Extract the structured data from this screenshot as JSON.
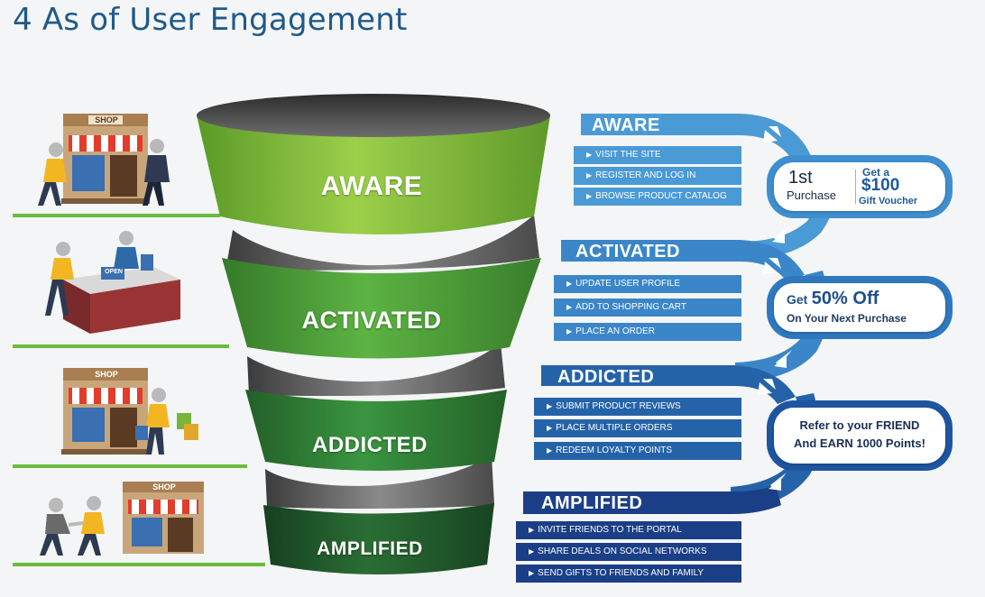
{
  "title": "4 As of User Engagement",
  "stages": [
    {
      "label": "AWARE",
      "band_title": "AWARE",
      "items": [
        "VISIT THE SITE",
        "REGISTER AND LOG IN",
        "BROWSE PRODUCT CATALOG"
      ],
      "illustration": "shop-front-two-people"
    },
    {
      "label": "ACTIVATED",
      "band_title": "ACTIVATED",
      "items": [
        "UPDATE USER PROFILE",
        "ADD TO SHOPPING CART",
        "PLACE AN ORDER"
      ],
      "illustration": "checkout-counter"
    },
    {
      "label": "ADDICTED",
      "band_title": "ADDICTED",
      "items": [
        "SUBMIT PRODUCT REVIEWS",
        "PLACE MULTIPLE ORDERS",
        "REDEEM LOYALTY POINTS"
      ],
      "illustration": "shop-front-shopper-bags"
    },
    {
      "label": "AMPLIFIED",
      "band_title": "AMPLIFIED",
      "items": [
        "INVITE FRIENDS TO THE PORTAL",
        "SHARE DEALS ON SOCIAL NETWORKS",
        "SEND GIFTS TO FRIENDS AND FAMILY"
      ],
      "illustration": "shop-front-handshake"
    }
  ],
  "rewards": {
    "r1": {
      "ordinal": "1st",
      "word": "Purchase",
      "get": "Get a",
      "amount": "$100",
      "prize": "Gift Voucher"
    },
    "r2": {
      "line1_prefix": "Get",
      "line1_big": "50% Off",
      "line2": "On Your Next Purchase"
    },
    "r3": {
      "line1": "Refer to your FRIEND",
      "line2": "And EARN 1000 Points!"
    }
  },
  "shop_sign": "SHOP",
  "counter_sign": "OPEN",
  "colors": {
    "title": "#1f5a8a",
    "funnel_1": "#8cc63f",
    "funnel_2": "#4fa83a",
    "funnel_3": "#2f8a35",
    "funnel_4": "#1d5e2c",
    "band_1": "#4a9ad6",
    "band_2": "#3a86c8",
    "band_3": "#2563a8",
    "band_4": "#1b3f86",
    "ground_line": "#6dbb3e"
  }
}
